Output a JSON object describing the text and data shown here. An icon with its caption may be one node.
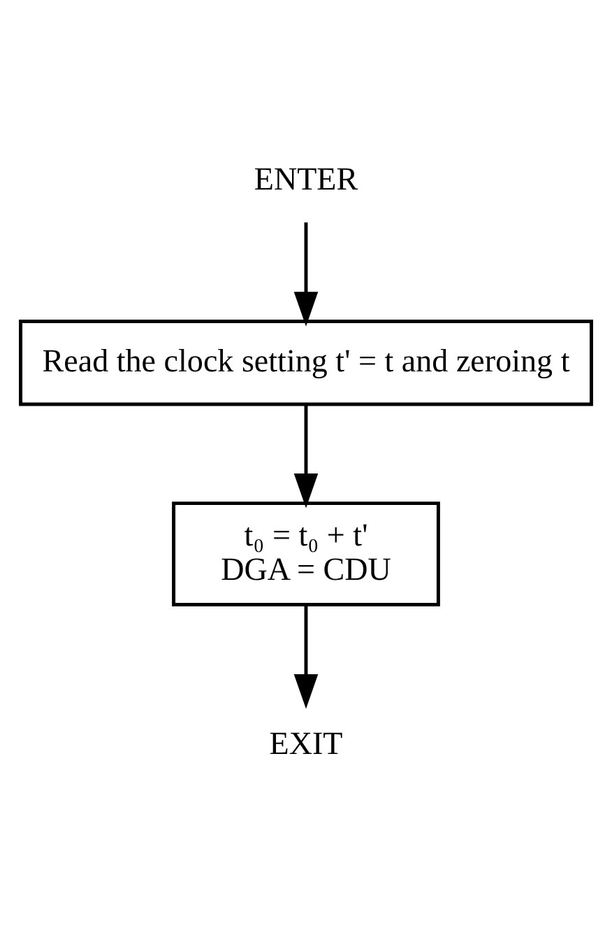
{
  "diagram": {
    "nodes": [
      {
        "text": [
          "ENTER"
        ]
      },
      {
        "text": [
          "Read the clock setting t' = t and zeroing t"
        ]
      },
      {
        "text": [
          "t₀ = t₀ + t'",
          "DGA = CDU"
        ]
      },
      {
        "text": [
          "EXIT"
        ]
      }
    ],
    "edges": [
      {
        "from": 0,
        "to": 1,
        "arrow": "to"
      },
      {
        "from": 1,
        "to": 2,
        "arrow": "to"
      },
      {
        "from": 2,
        "to": 3,
        "arrow": "to"
      }
    ]
  }
}
